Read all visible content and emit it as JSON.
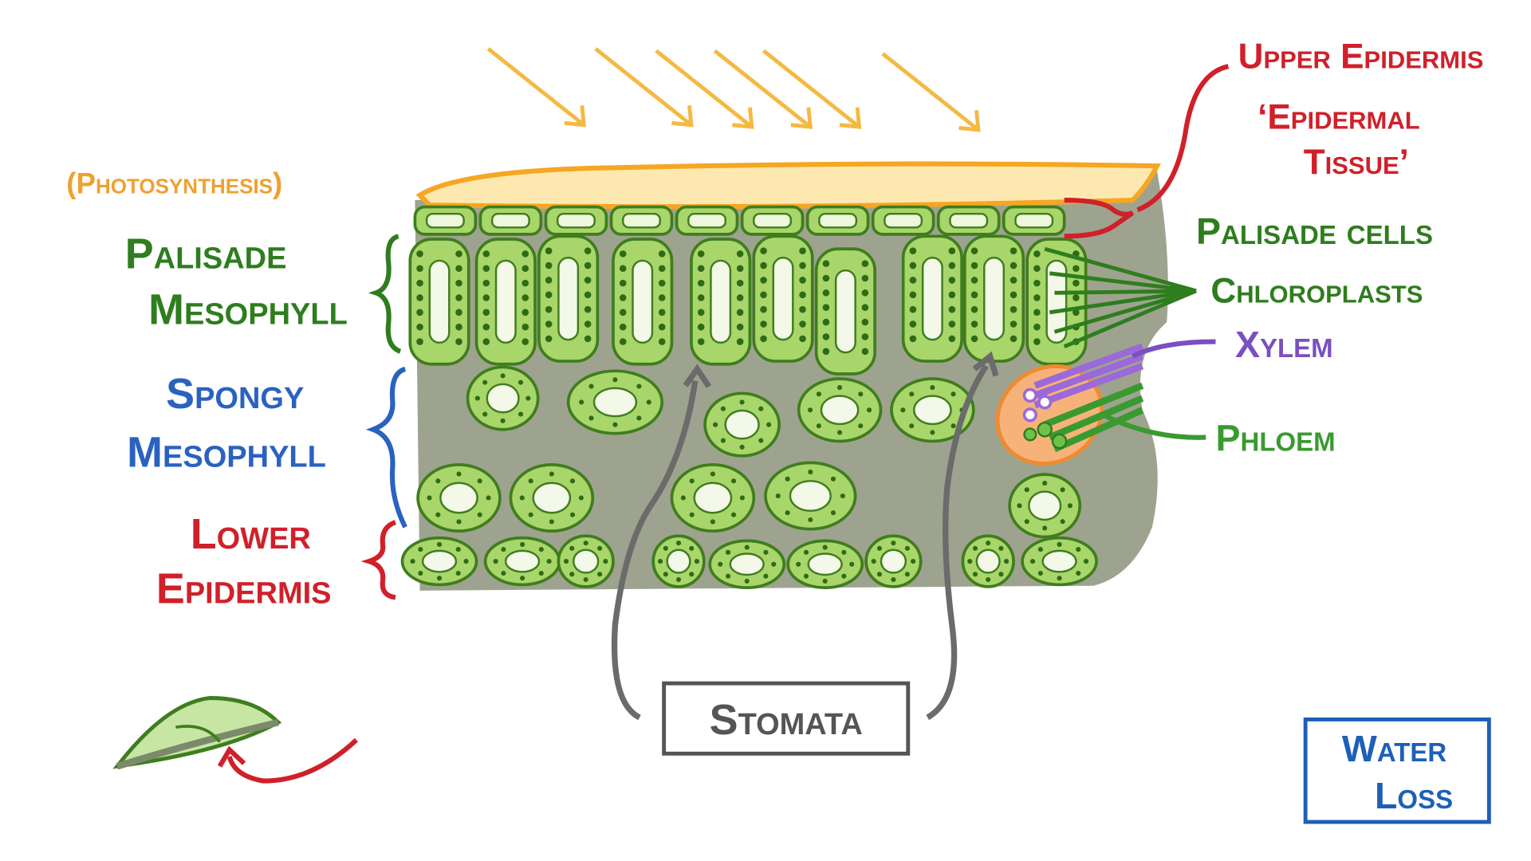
{
  "labels": {
    "photosynthesis": "(Photosynthesis)",
    "palisade_line1": "Palisade",
    "palisade_line2": "Mesophyll",
    "spongy_line1": "Spongy",
    "spongy_line2": "Mesophyll",
    "lower_line1": "Lower",
    "lower_line2": "Epidermis",
    "upper_epidermis": "Upper Epidermis",
    "epidermal_line1": "‘Epidermal",
    "epidermal_line2": "Tissue’",
    "palisade_cells": "Palisade cells",
    "chloroplasts": "Chloroplasts",
    "xylem": "Xylem",
    "phloem": "Phloem",
    "stomata": "Stomata",
    "water_line1": "Water",
    "water_line2": "Loss"
  },
  "colors": {
    "sun": "#f5b942",
    "orange_text": "#f0a030",
    "green_text": "#2e7d1e",
    "blue_text": "#2a62c0",
    "red_text": "#d0202a",
    "purple": "#7a4fc0",
    "phloem": "#3a9a30",
    "tissue": "#9ea38f",
    "cell_fill": "#a8d66a",
    "cell_stroke": "#3f7d1e"
  }
}
